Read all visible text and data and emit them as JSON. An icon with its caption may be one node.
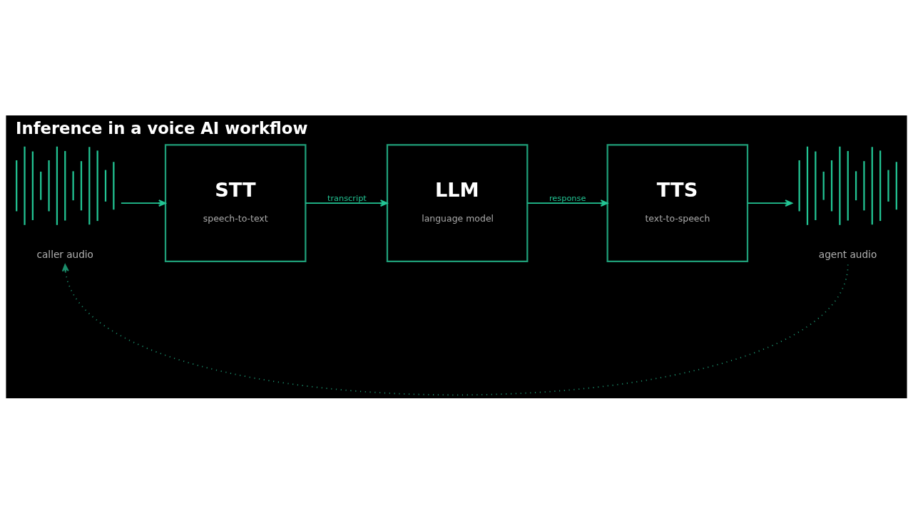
{
  "diagram": {
    "title": "Inference in a voice AI workflow",
    "nodes": [
      {
        "text": [],
        "shape": "picture",
        "beside": [
          "caller audio"
        ]
      },
      {
        "text": [
          "STT",
          "speech-to-text"
        ]
      },
      {
        "text": [
          "LLM",
          "language model"
        ]
      },
      {
        "text": [
          "TTS",
          "text-to-speech"
        ]
      },
      {
        "text": [],
        "shape": "picture",
        "beside": [
          "agent audio"
        ]
      }
    ],
    "edges": [
      {
        "from": 0,
        "to": 1,
        "arrow": "to"
      },
      {
        "from": 1,
        "to": 2,
        "arrow": "to",
        "label": "transcript"
      },
      {
        "from": 2,
        "to": 3,
        "arrow": "to",
        "label": "response"
      },
      {
        "from": 3,
        "to": 4,
        "arrow": "to"
      },
      {
        "from": 4,
        "to": 0,
        "arrow": "to",
        "style": "dashed",
        "color": "#1b8c6a"
      }
    ]
  }
}
